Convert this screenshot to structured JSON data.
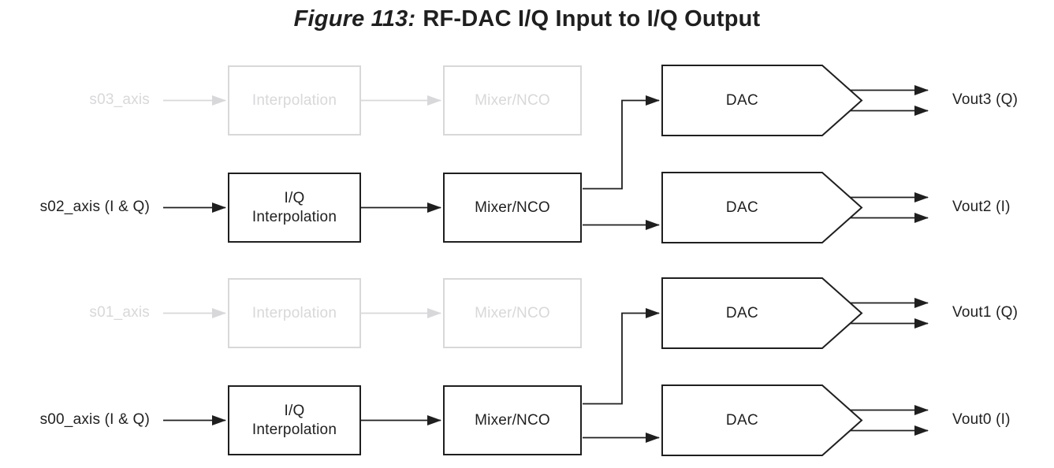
{
  "figure": {
    "title_prefix": "Figure 113:",
    "title_main": "RF-DAC I/Q Input to I/Q Output"
  },
  "colors": {
    "active": "#1f1f1f",
    "inactive": "#d8d8da",
    "background": "#ffffff"
  },
  "lanes": [
    {
      "id": "channel-3",
      "state": "inactive",
      "input_label": "s03_axis",
      "interpolation_label": "Interpolation",
      "mixer_label": "Mixer/NCO",
      "dac_label": "DAC",
      "output_label": "Vout3 (Q)"
    },
    {
      "id": "channel-2",
      "state": "active",
      "input_label": "s02_axis (I & Q)",
      "interpolation_label": "I/Q\nInterpolation",
      "mixer_label": "Mixer/NCO",
      "dac_label": "DAC",
      "output_label": "Vout2 (I)"
    },
    {
      "id": "channel-1",
      "state": "inactive",
      "input_label": "s01_axis",
      "interpolation_label": "Interpolation",
      "mixer_label": "Mixer/NCO",
      "dac_label": "DAC",
      "output_label": "Vout1 (Q)"
    },
    {
      "id": "channel-0",
      "state": "active",
      "input_label": "s00_axis (I & Q)",
      "interpolation_label": "I/Q\nInterpolation",
      "mixer_label": "Mixer/NCO",
      "dac_label": "DAC",
      "output_label": "Vout0 (I)"
    }
  ]
}
